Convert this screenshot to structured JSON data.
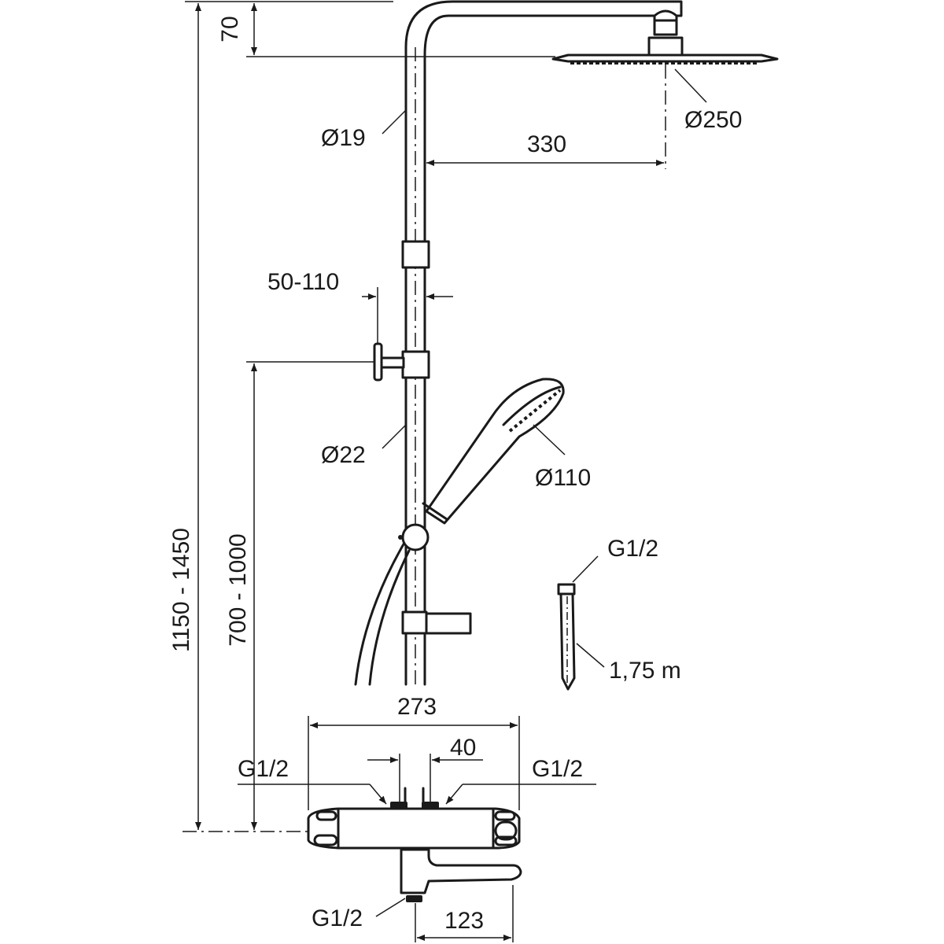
{
  "drawing": {
    "title": "Shower column dimension drawing",
    "dimensions": {
      "head_drop": "70",
      "total_height": "1150 - 1450",
      "slider_height": "700 - 1000",
      "pipe_upper_diameter": "Ø19",
      "pipe_lower_diameter": "Ø22",
      "head_diameter": "Ø250",
      "arm_reach": "330",
      "wall_distance": "50-110",
      "hand_shower_diameter": "Ø110",
      "mixer_width": "273",
      "inlet_spacing": "40",
      "spout_projection": "123"
    },
    "connections": {
      "hose_thread": "G1/2",
      "hose_length": "1,75 m",
      "inlet_left": "G1/2",
      "inlet_right": "G1/2",
      "outlet_bottom": "G1/2"
    },
    "line_color": "#1a1a1a"
  }
}
